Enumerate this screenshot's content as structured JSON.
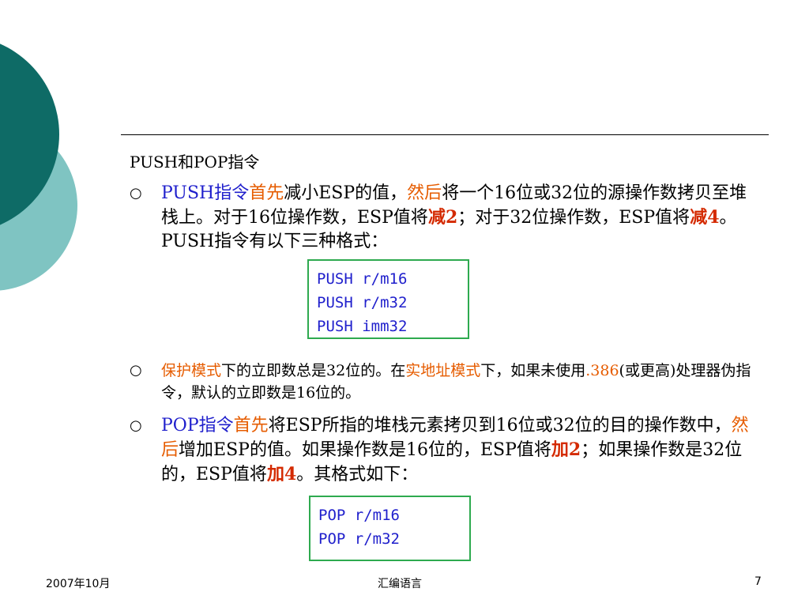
{
  "slide": {
    "heading": "PUSH和POP指令",
    "bullets": [
      {
        "segments": [
          {
            "text": "PUSH指令",
            "style": "blue"
          },
          {
            "text": "首先",
            "style": "orange"
          },
          {
            "text": "减小ESP的值，",
            "style": "plain"
          },
          {
            "text": "然后",
            "style": "orange"
          },
          {
            "text": "将一个16位或32位的源操作数拷贝至堆栈上。对于16位操作数，ESP值将",
            "style": "plain"
          },
          {
            "text": "减2",
            "style": "red"
          },
          {
            "text": "；对于32位操作数，ESP值将",
            "style": "plain"
          },
          {
            "text": "减4",
            "style": "red"
          },
          {
            "text": "。PUSH指令有以下三种格式：",
            "style": "plain"
          }
        ]
      },
      {
        "segments": [
          {
            "text": "保护模式",
            "style": "orange"
          },
          {
            "text": "下的立即数总是32位的。在",
            "style": "plain"
          },
          {
            "text": "实地址模式",
            "style": "orange"
          },
          {
            "text": "下，如果未使用",
            "style": "plain"
          },
          {
            "text": ".386",
            "style": "orange"
          },
          {
            "text": "(或更高)处理器伪指令，默认的立即数是16位的。",
            "style": "plain"
          }
        ]
      },
      {
        "segments": [
          {
            "text": "POP指令",
            "style": "blue"
          },
          {
            "text": "首先",
            "style": "orange"
          },
          {
            "text": "将ESP所指的堆栈元素拷贝到16位或32位的目的操作数中，",
            "style": "plain"
          },
          {
            "text": "然后",
            "style": "orange"
          },
          {
            "text": "增加ESP的值。如果操作数是16位的，ESP值将",
            "style": "plain"
          },
          {
            "text": "加2",
            "style": "red"
          },
          {
            "text": "；如果操作数是32位的，ESP值将",
            "style": "plain"
          },
          {
            "text": "加4",
            "style": "red"
          },
          {
            "text": "。其格式如下：",
            "style": "plain"
          }
        ]
      }
    ],
    "bullet_symbol": "○",
    "push_formats": [
      "PUSH r/m16",
      "PUSH r/m32",
      "PUSH imm32"
    ],
    "pop_formats": [
      "POP r/m16",
      "POP r/m32"
    ]
  },
  "footer": {
    "date": "2007年10月",
    "title": "汇编语言",
    "page_number": "7"
  },
  "colors": {
    "teal_dark": "#0e6b66",
    "teal_light": "#7fc4c2",
    "box_border": "#2eaa4f",
    "blue": "#1f1fcc",
    "orange": "#e65c00",
    "red": "#d42a00"
  }
}
